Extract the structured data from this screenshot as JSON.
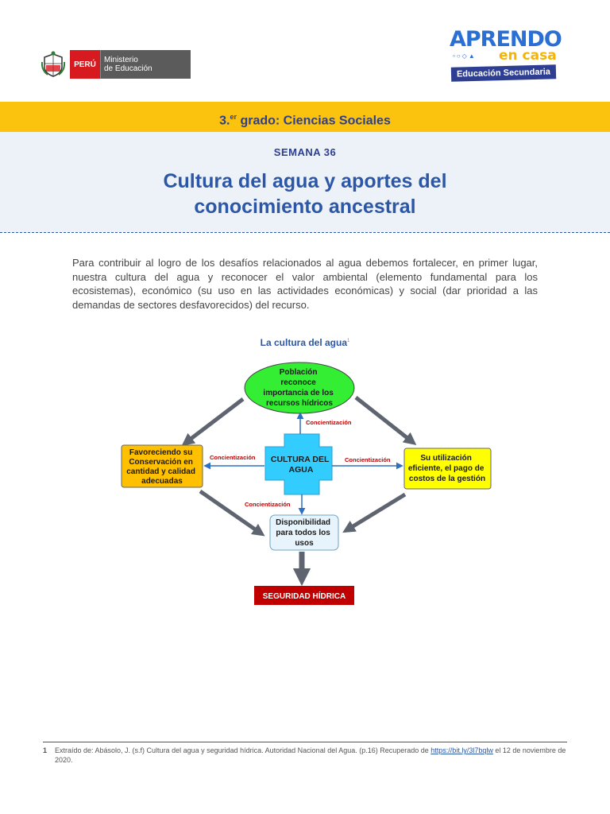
{
  "header": {
    "peru_label": "PERÚ",
    "ministry_line1": "Ministerio",
    "ministry_line2": "de Educación",
    "brand_word": "APRENDO",
    "brand_sub": "en casa",
    "brand_badge": "Educación Secundaria"
  },
  "band": {
    "grade_num": "3.",
    "grade_sup": "er",
    "grade_rest": " grado: Ciencias Sociales"
  },
  "semana": "SEMANA 36",
  "title_line1": "Cultura del agua y aportes del",
  "title_line2": "conocimiento ancestral",
  "paragraph": "Para contribuir al logro de los desafíos relacionados al agua debemos fortalecer, en primer lugar, nuestra cultura del agua y reconocer el valor ambiental (elemento fundamental para los ecosistemas), económico (su uso en las actividades económicas) y social (dar prioridad a las demandas de sectores desfavorecidos) del recurso.",
  "figure": {
    "caption": "La cultura del agua",
    "caption_ref": "1",
    "top_node": [
      "Población",
      "reconoce",
      "importancia de los",
      "recursos hídricos"
    ],
    "left_node": [
      "Favoreciendo su",
      "Conservación en",
      "cantidad y calidad",
      "adecuadas"
    ],
    "center_node": [
      "CULTURA DEL",
      "AGUA"
    ],
    "right_node": [
      "Su utilización",
      "eficiente, el pago de",
      "costos de la gestión"
    ],
    "bottom_node": [
      "Disponibilidad",
      "para todos los",
      "usos"
    ],
    "final_node": "SEGURIDAD HÍDRICA",
    "arrow_label": "Concientización",
    "colors": {
      "top": "#33ee33",
      "left": "#ffc000",
      "center": "#33ccff",
      "right": "#ffff00",
      "bottom": "#e8f4fb",
      "final": "#c00000",
      "gray_arrow": "#5e6470",
      "blue_arrow": "#2e6fbf"
    }
  },
  "footnote": {
    "number": "1",
    "text": "Extraído de: Abásolo, J. (s.f) Cultura del agua y seguridad hídrica. Autoridad Nacional del Agua. (p.16) Recuperado de ",
    "link": "https://bit.ly/3l7bqlw",
    "after": " el 12 de noviembre de 2020."
  }
}
